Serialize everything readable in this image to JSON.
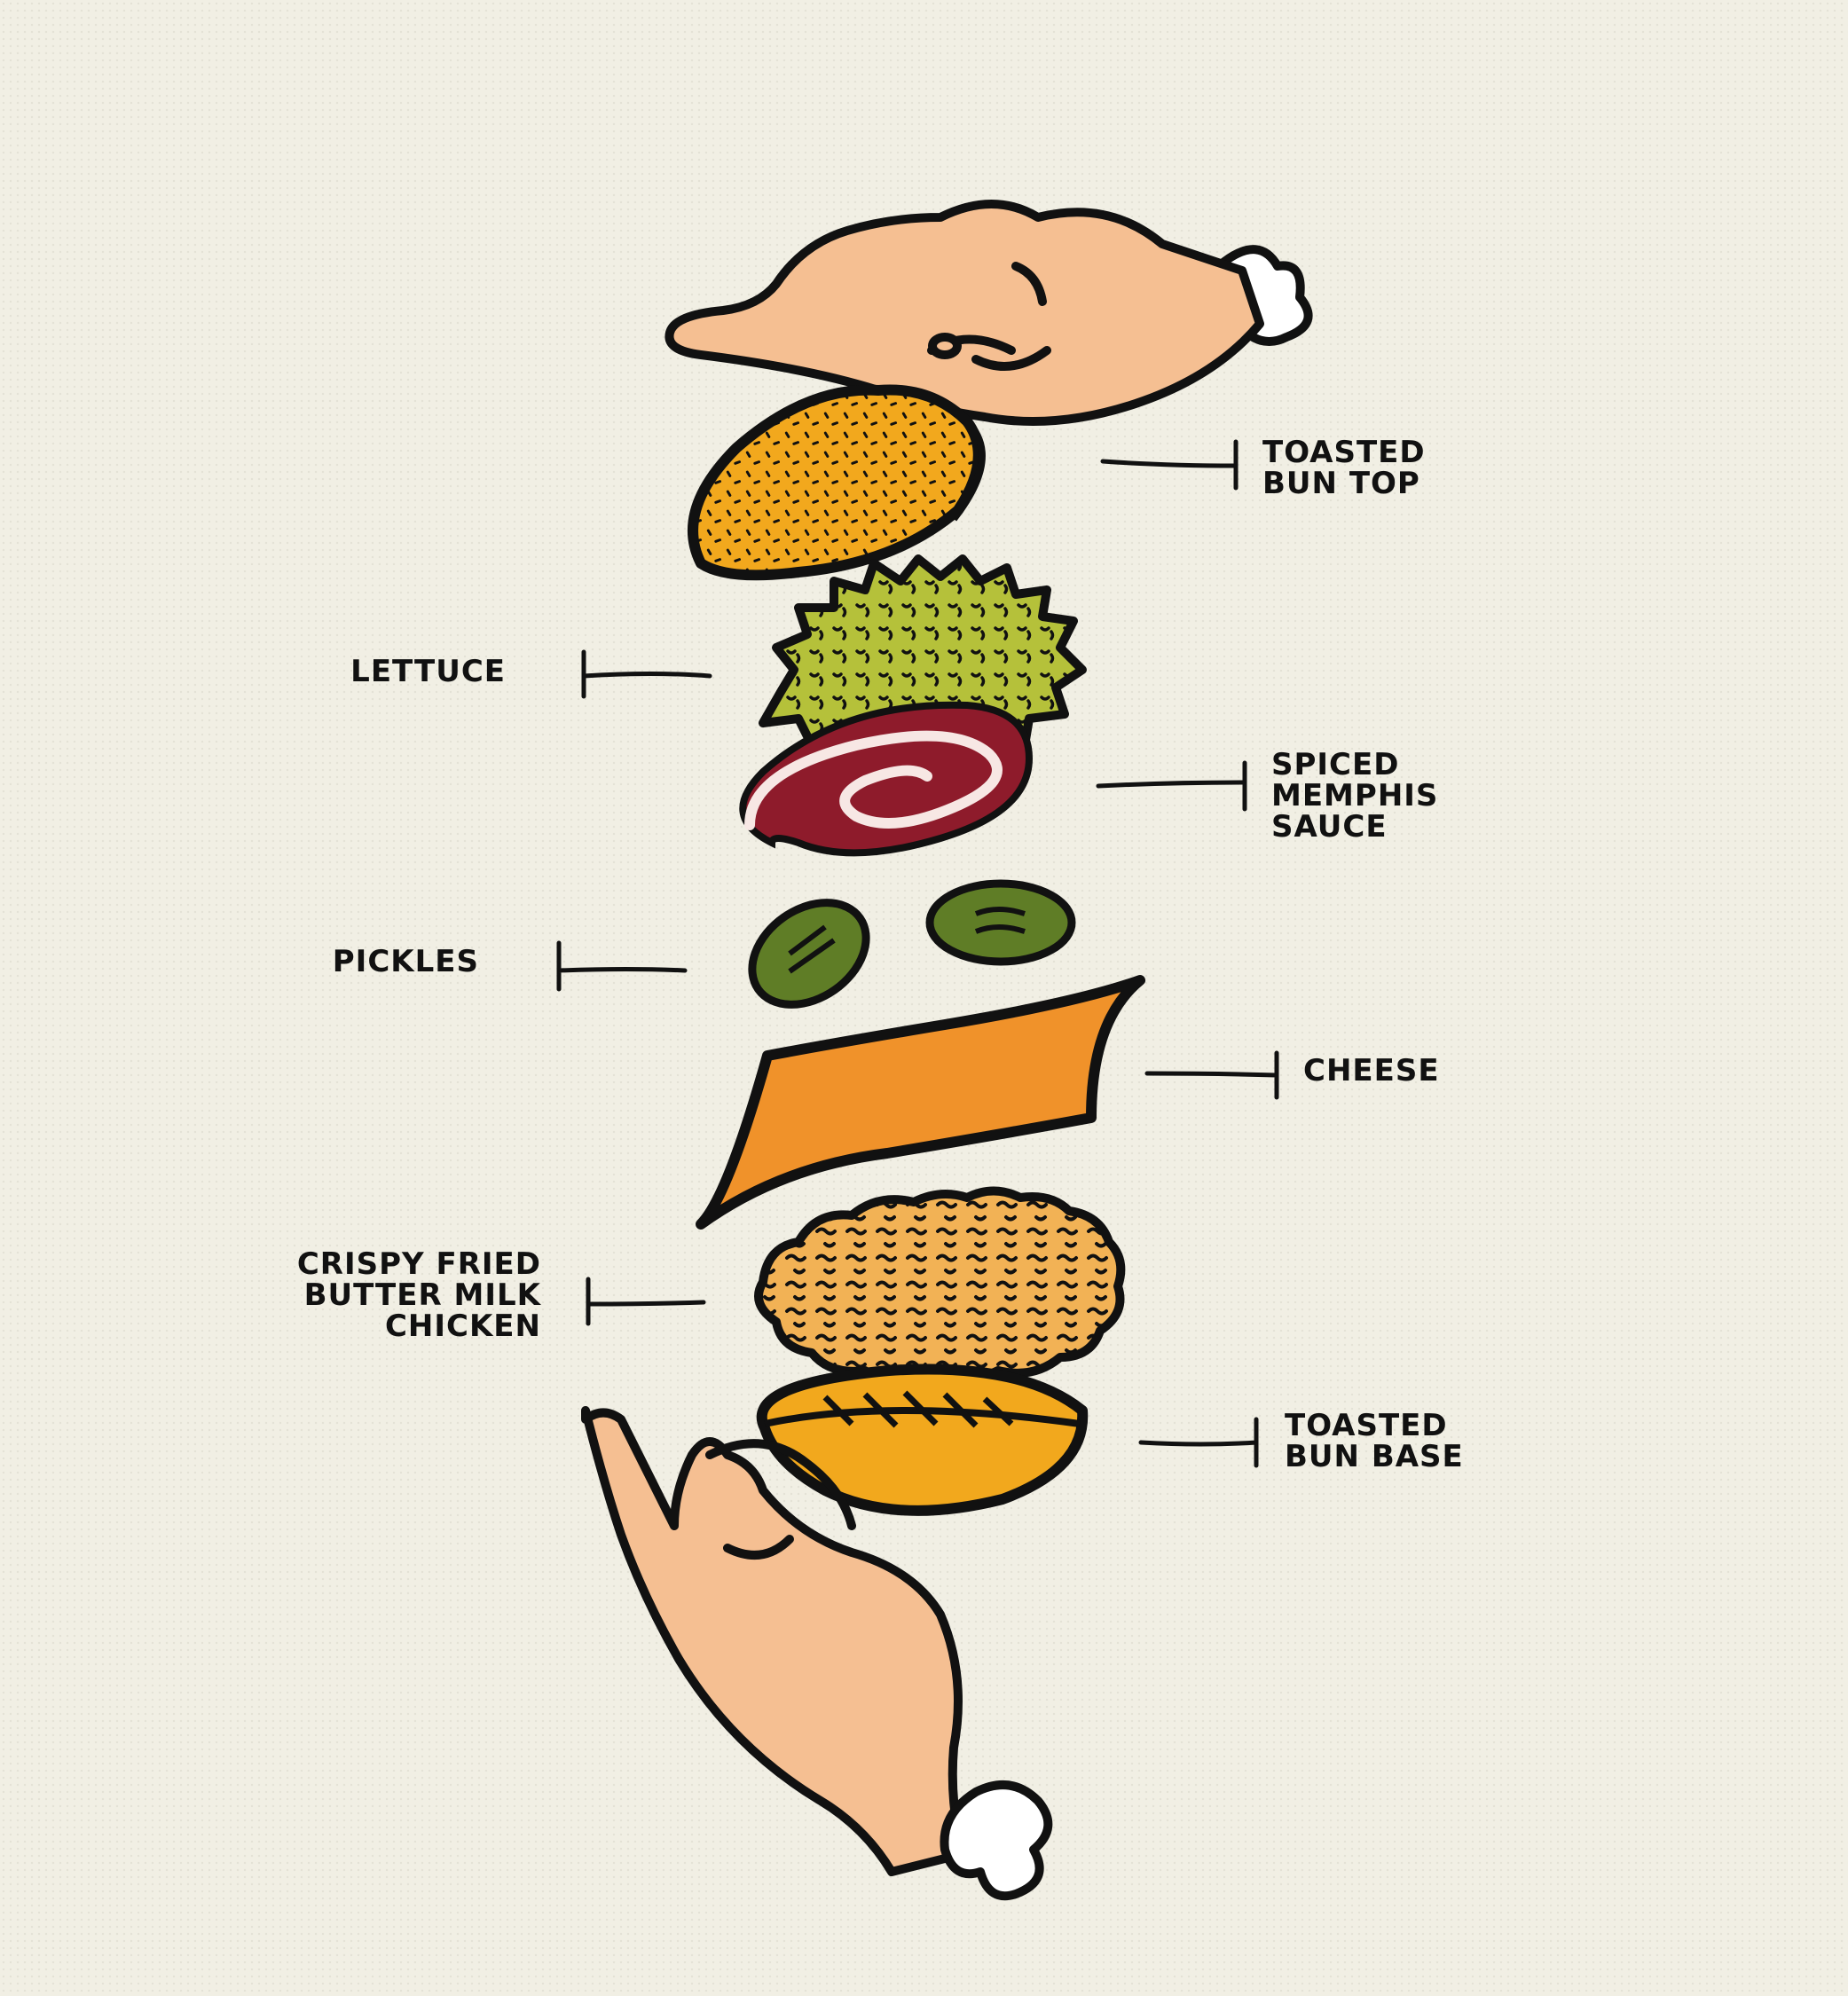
{
  "labels": {
    "bun_top": [
      "TOASTED",
      "BUN TOP"
    ],
    "lettuce": [
      "LETTUCE"
    ],
    "sauce": [
      "SPICED",
      "MEMPHIS",
      "SAUCE"
    ],
    "pickles": [
      "PICKLES"
    ],
    "cheese": [
      "CHEESE"
    ],
    "chicken": [
      "CRISPY FRIED",
      "BUTTER MILK",
      "CHICKEN"
    ],
    "bun_base": [
      "TOASTED",
      "BUN BASE"
    ]
  },
  "colors": {
    "background": "#f1efe4",
    "outline": "#111111",
    "skin": "#f5bf92",
    "bun": "#f2a81d",
    "lettuce": "#b5c13a",
    "sauce": "#8e1b2b",
    "pickle": "#5f7d26",
    "cheese": "#f0922a",
    "chicken": "#f2b255",
    "bone": "#ffffff"
  }
}
